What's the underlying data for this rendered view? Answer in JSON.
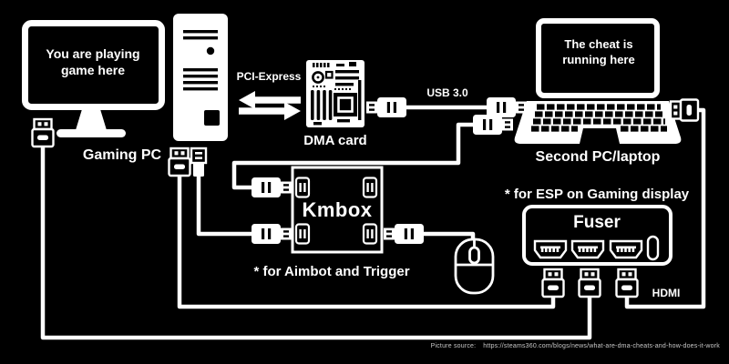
{
  "colors": {
    "background": "#000000",
    "foreground": "#ffffff",
    "footer_text": "#c8c8c8"
  },
  "gaming_pc": {
    "monitor_text_line1": "You are playing",
    "monitor_text_line2": "game here",
    "label": "Gaming PC"
  },
  "pci_express": {
    "label": "PCI-Express"
  },
  "dma_card": {
    "label": "DMA card"
  },
  "usb_link": {
    "label": "USB 3.0"
  },
  "second_pc": {
    "screen_text_line1": "The cheat is",
    "screen_text_line2": "running here",
    "label": "Second PC/laptop"
  },
  "kmbox": {
    "label": "Kmbox",
    "note": "* for Aimbot and Trigger"
  },
  "fuser": {
    "label": "Fuser",
    "note": "* for ESP on Gaming display",
    "port_label": "HDMI"
  },
  "footer": {
    "label": "Picture source:",
    "url": "https://steams360.com/blogs/news/what-are-dma-cheats-and-how-does-it-work"
  },
  "icons": {
    "monitor-icon": "outlined desktop monitor",
    "pc-tower-icon": "filled desktop tower case",
    "hdmi-plug-icon": "HDMI cable connector",
    "usb-plug-icon": "USB cable connector",
    "pci-express-arrows-icon": "double opposing arrows",
    "motherboard-icon": "DMA capture card board",
    "laptop-icon": "outlined laptop with keyboard",
    "kmbox-icon": "square box with four USB ports",
    "mouse-icon": "outlined computer mouse",
    "fuser-icon": "video fuser box with 3 HDMI ports and USB-C",
    "cable-icon": "white connecting wire"
  }
}
